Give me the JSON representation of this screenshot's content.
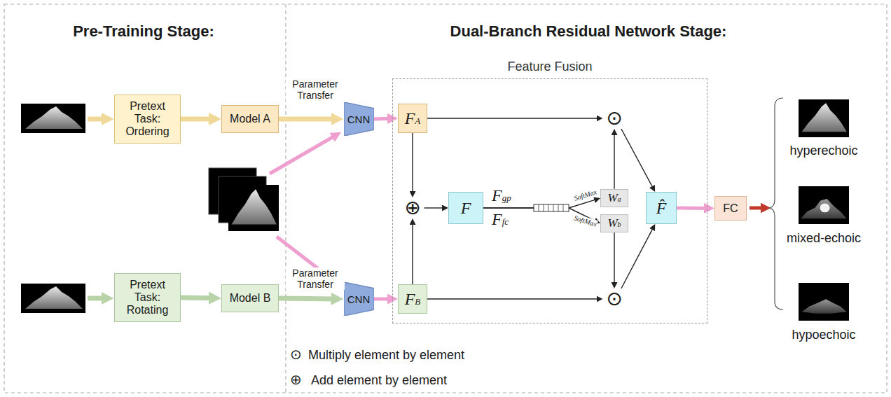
{
  "diagram": {
    "nodes": [
      {
        "text": [
          "Pretext Task: Ordering"
        ]
      },
      {
        "text": [
          "Model A"
        ]
      },
      {
        "text": [
          "Pretext Task: Rotating"
        ]
      },
      {
        "text": [
          "Model B"
        ]
      },
      {
        "text": [
          "CNN"
        ]
      },
      {
        "text": [
          "CNN"
        ]
      },
      {
        "text": [
          "Feature Fusion"
        ]
      },
      {
        "text": [
          "FA"
        ],
        "in": 6
      },
      {
        "text": [
          "⊕"
        ],
        "in": 6
      },
      {
        "text": [
          "F"
        ],
        "in": 6
      },
      {
        "text": [
          "Wa"
        ],
        "in": 6
      },
      {
        "text": [
          "Wb"
        ],
        "in": 6
      },
      {
        "text": [
          "⊙"
        ],
        "in": 6
      },
      {
        "text": [
          "⊙"
        ],
        "in": 6
      },
      {
        "text": [
          "F̂"
        ],
        "in": 6
      },
      {
        "text": [
          "FB"
        ],
        "in": 6
      },
      {
        "text": [
          "FC"
        ]
      }
    ],
    "edges": [
      {
        "from": 0,
        "to": 1,
        "arrow": "to"
      },
      {
        "from": 1,
        "to": 4,
        "label": "Parameter Transfer",
        "arrow": "to"
      },
      {
        "from": 2,
        "to": 3,
        "arrow": "to"
      },
      {
        "from": 3,
        "to": 5,
        "label": "Parameter Transfer",
        "arrow": "to"
      },
      {
        "from": 4,
        "to": 7,
        "arrow": "to"
      },
      {
        "from": 5,
        "to": 15,
        "arrow": "to"
      },
      {
        "from": 7,
        "to": 8,
        "arrow": "to"
      },
      {
        "from": 15,
        "to": 8,
        "arrow": "to"
      },
      {
        "from": 8,
        "to": 9,
        "arrow": "to"
      },
      {
        "from": 9,
        "to": 10,
        "label": "SoftMax",
        "arrow": "to"
      },
      {
        "from": 9,
        "to": 11,
        "label": "SoftMax",
        "arrow": "to"
      },
      {
        "from": 7,
        "to": 12,
        "arrow": "to"
      },
      {
        "from": 10,
        "to": 12,
        "arrow": "to"
      },
      {
        "from": 15,
        "to": 13,
        "arrow": "to"
      },
      {
        "from": 11,
        "to": 13,
        "arrow": "to"
      },
      {
        "from": 12,
        "to": 14,
        "arrow": "to"
      },
      {
        "from": 13,
        "to": 14,
        "arrow": "to"
      },
      {
        "from": 14,
        "to": 16,
        "arrow": "to"
      }
    ],
    "labels": [
      "Pre-Training Stage:",
      "Dual-Branch Residual Network Stage:",
      "Fgp",
      "Ffc",
      "hyperechoic",
      "mixed-echoic",
      "hypoechoic",
      "⊙",
      "⊕"
    ],
    "legend": [
      {
        "text": "Multiply element by element"
      },
      {
        "text": "Add element by element"
      }
    ]
  }
}
